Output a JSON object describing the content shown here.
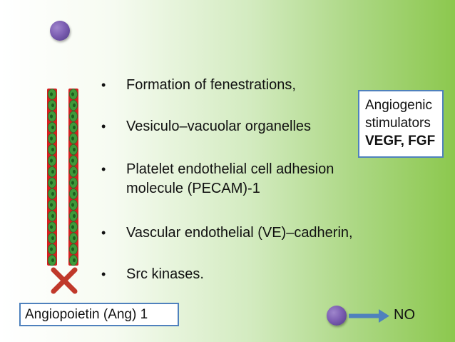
{
  "bullets": [
    "Formation of fenestrations,",
    "Vesiculo–vacuolar organelles",
    "Platelet endothelial cell adhesion molecule (PECAM)-1",
    "Vascular endothelial (VE)–cadherin,",
    "Src kinases."
  ],
  "stimulators": {
    "line1": "Angiogenic",
    "line2": "stimulators",
    "line3": "VEGF, FGF"
  },
  "angiopoietin_label": "Angiopoietin (Ang) 1",
  "no_label": "NO",
  "bullet_glyph": "•",
  "colors": {
    "vessel_red": "#d42020",
    "cell_green": "#3e9a3a",
    "cell_dark": "#1d5c1d",
    "x_mark": "#c0392b",
    "arrow": "#4f81bd",
    "callout_border": "#4f81bd",
    "dot_purple": "#7d5fb3"
  },
  "icons": {
    "vessel": "blood-vessel-icon",
    "cross": "cross-icon",
    "arrow": "right-arrow-icon",
    "dot": "purple-circle-icon"
  }
}
